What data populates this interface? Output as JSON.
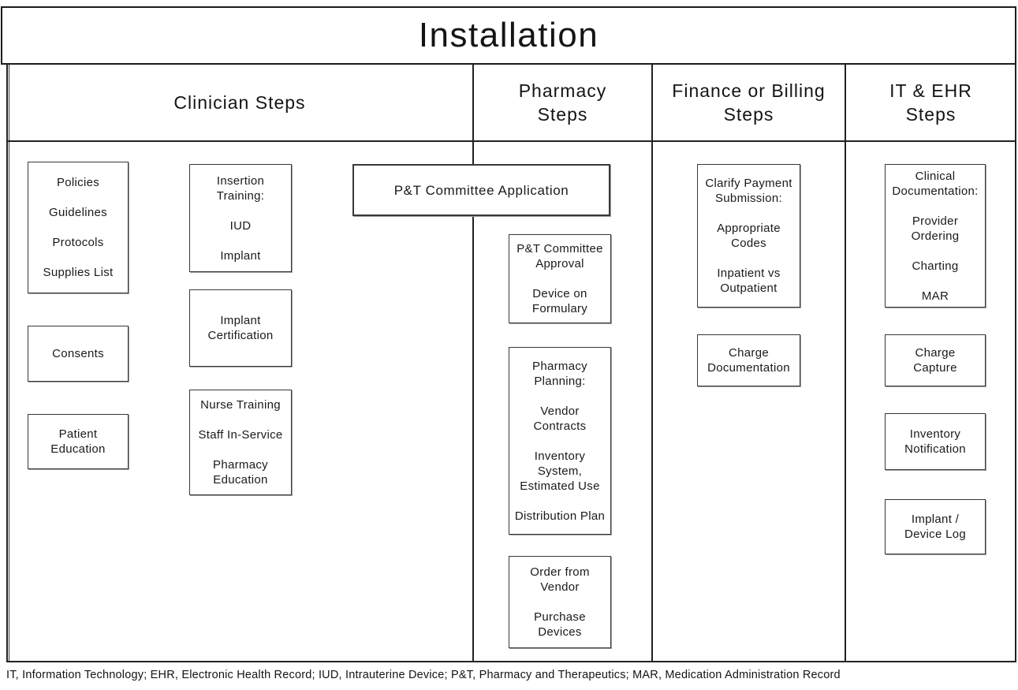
{
  "title": "Installation",
  "header": {
    "columns": [
      {
        "id": "clinician",
        "lines": [
          "Clinician Steps"
        ]
      },
      {
        "id": "pharmacy",
        "lines": [
          "Pharmacy",
          "Steps"
        ]
      },
      {
        "id": "finance",
        "lines": [
          "Finance or Billing",
          "Steps"
        ]
      },
      {
        "id": "it_ehr",
        "lines": [
          "IT & EHR",
          "Steps"
        ]
      }
    ]
  },
  "boxes": {
    "policies": {
      "lines": [
        "Policies",
        "",
        "Guidelines",
        "",
        "Protocols",
        "",
        "Supplies List"
      ]
    },
    "consents": {
      "lines": [
        "Consents"
      ]
    },
    "patient_education": {
      "lines": [
        "Patient",
        "Education"
      ]
    },
    "insertion_training": {
      "lines": [
        "Insertion",
        "Training:",
        "",
        "IUD",
        "",
        "Implant"
      ]
    },
    "implant_certification": {
      "lines": [
        "Implant",
        "Certification"
      ]
    },
    "nurse_training": {
      "lines": [
        "Nurse Training",
        "",
        "Staff In-Service",
        "",
        "Pharmacy",
        "Education"
      ]
    },
    "pt_application": {
      "lines": [
        "P&T Committee Application"
      ]
    },
    "pt_approval": {
      "lines": [
        "P&T Committee",
        "Approval",
        "",
        "Device on",
        "Formulary"
      ]
    },
    "pharmacy_planning": {
      "lines": [
        "Pharmacy",
        "Planning:",
        "",
        "Vendor",
        "Contracts",
        "",
        "Inventory",
        "System,",
        "Estimated Use",
        "",
        "Distribution Plan"
      ]
    },
    "order_vendor": {
      "lines": [
        "Order from",
        "Vendor",
        "",
        "Purchase",
        "Devices"
      ]
    },
    "clarify_payment": {
      "lines": [
        "Clarify Payment",
        "Submission:",
        "",
        "Appropriate",
        "Codes",
        "",
        "Inpatient vs",
        "Outpatient"
      ]
    },
    "charge_documentation": {
      "lines": [
        "Charge",
        "Documentation"
      ]
    },
    "clinical_documentation": {
      "lines": [
        "Clinical",
        "Documentation:",
        "",
        "Provider",
        "Ordering",
        "",
        "Charting",
        "",
        "MAR"
      ]
    },
    "charge_capture": {
      "lines": [
        "Charge",
        "Capture"
      ]
    },
    "inventory_notification": {
      "lines": [
        "Inventory",
        "Notification"
      ]
    },
    "implant_device_log": {
      "lines": [
        "Implant /",
        "Device Log"
      ]
    }
  },
  "footnote": "IT, Information Technology; EHR, Electronic Health Record; IUD, Intrauterine Device; P&T, Pharmacy and Therapeutics; MAR, Medication Administration Record",
  "colors": {
    "line": "#222222",
    "box_border": "#383838",
    "text": "#141414",
    "background": "#ffffff"
  }
}
